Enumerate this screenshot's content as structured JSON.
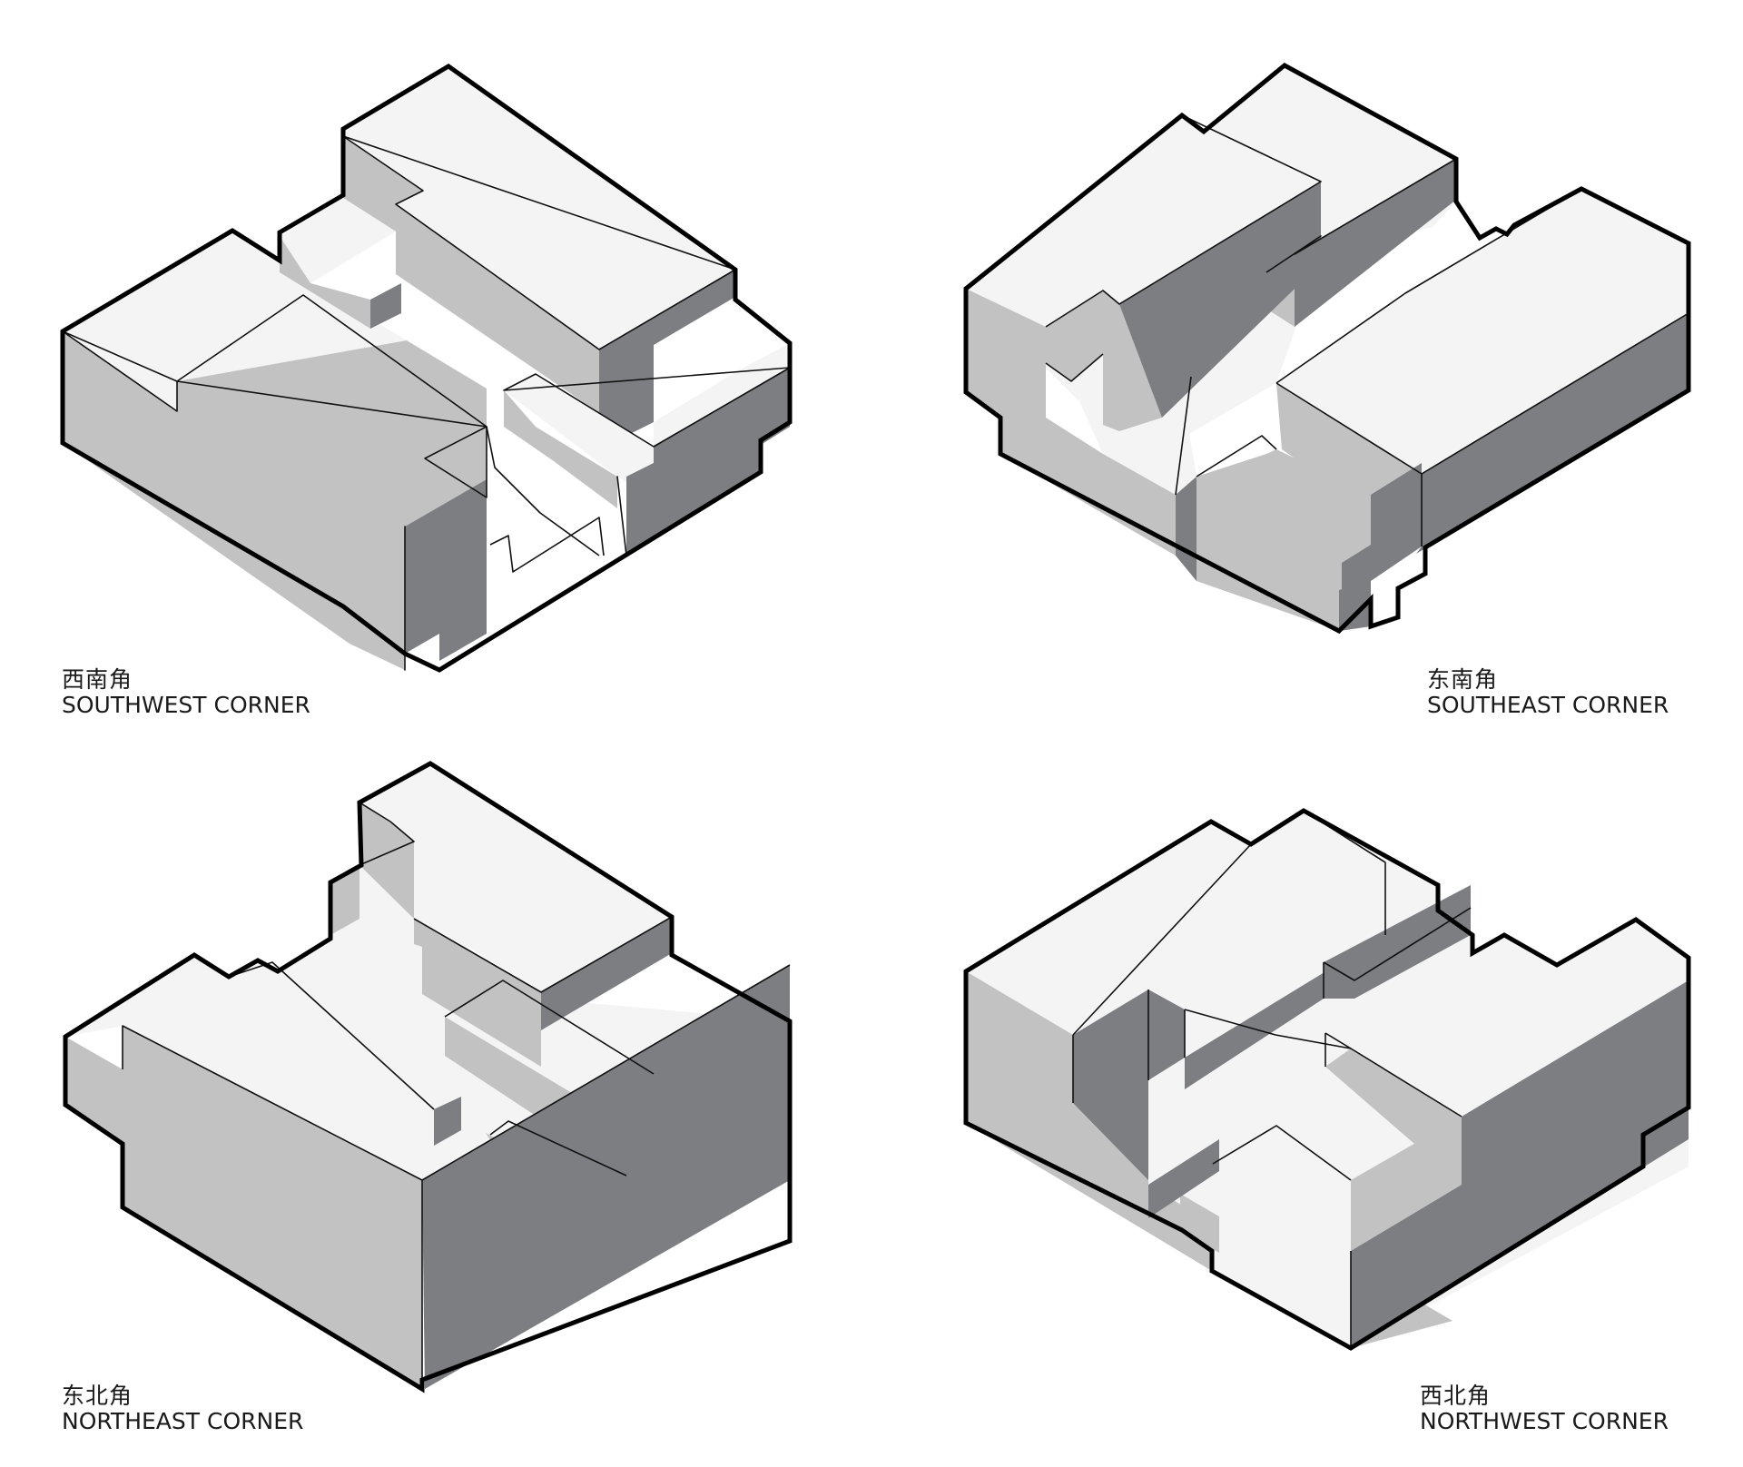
{
  "diagrams": [
    {
      "id": "sw",
      "label_zh": "西南角",
      "label_en": "SOUTHWEST CORNER"
    },
    {
      "id": "se",
      "label_zh": "东南角",
      "label_en": "SOUTHEAST CORNER"
    },
    {
      "id": "ne",
      "label_zh": "东北角",
      "label_en": "NORTHEAST CORNER"
    },
    {
      "id": "nw",
      "label_zh": "西北角",
      "label_en": "NORTHWEST CORNER"
    }
  ],
  "colors": {
    "top_face": "#f4f4f4",
    "lit_face": "#c2c2c2",
    "shadow_face": "#7d7e82",
    "outline": "#000000"
  }
}
